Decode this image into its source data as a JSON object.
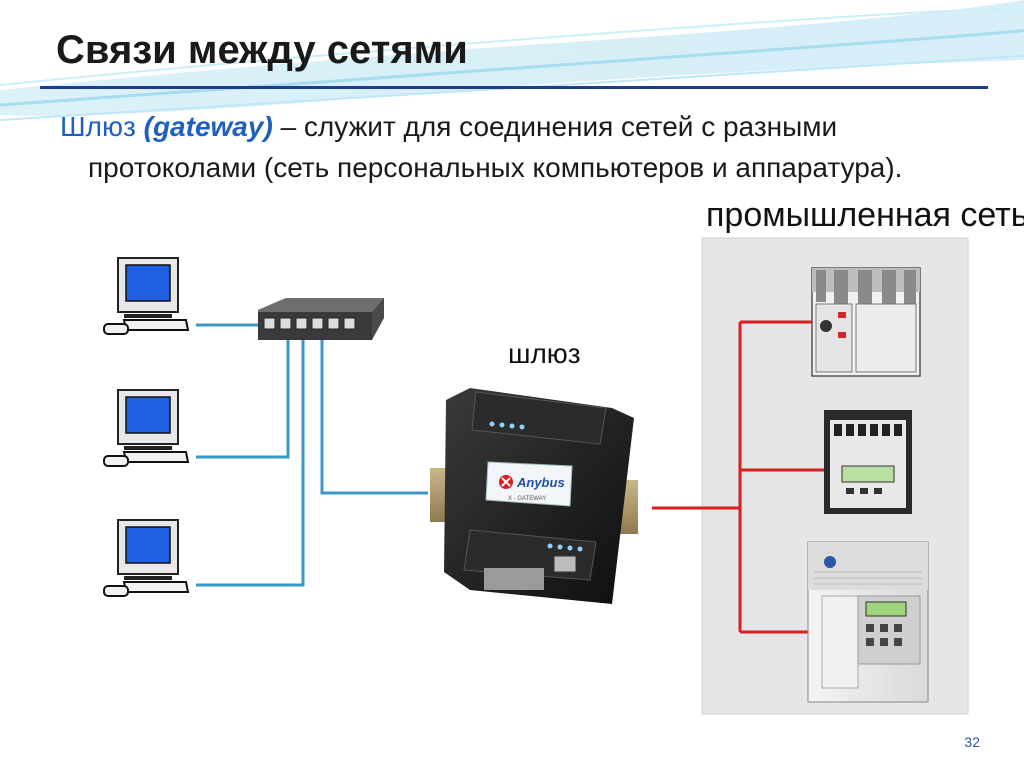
{
  "slide": {
    "title": "Связи между сетями",
    "bullet_term": "Шлюз",
    "bullet_term_en": "(gateway)",
    "bullet_rest": "– служит для соединения сетей с разными протоколами (сеть персональных компьютеров и аппаратура).",
    "industrial_label": "промышленная сеть",
    "gateway_label": "шлюз",
    "device_brand": "Anybus",
    "device_sub": "X - GATEWAY",
    "page_number": "32"
  },
  "colors": {
    "title_rule": "#1f3d8f",
    "term": "#1f5fbf",
    "ethernet_line": "#3a98c9",
    "fieldbus_line": "#d81e1e",
    "screen": "#1f5fe0"
  }
}
